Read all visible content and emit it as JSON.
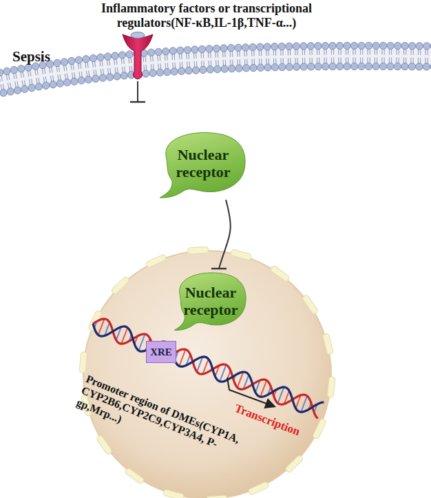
{
  "diagram": {
    "nodes": [
      {
        "text": [
          "Inflammatory factors or transcriptional regulators(NF-κB,IL-1β,TNF-α...)"
        ]
      },
      {
        "text": [
          "Nuclear receptor"
        ]
      },
      {
        "text": [
          "Promoter region of DMEs(CYP1A, CYP2B6,CYP2C9,CYP3A4, P-gp,Mrp...)"
        ]
      },
      {
        "text": [
          "Nuclear receptor"
        ],
        "in": 2
      },
      {
        "text": [
          "XRE"
        ],
        "in": 2
      }
    ],
    "edges": [
      {
        "from": 0,
        "to": 1,
        "arrow": "to"
      },
      {
        "from": 1,
        "to": 3,
        "arrow": "to"
      }
    ],
    "labels": [
      "Sepsis",
      "Transcription"
    ]
  }
}
